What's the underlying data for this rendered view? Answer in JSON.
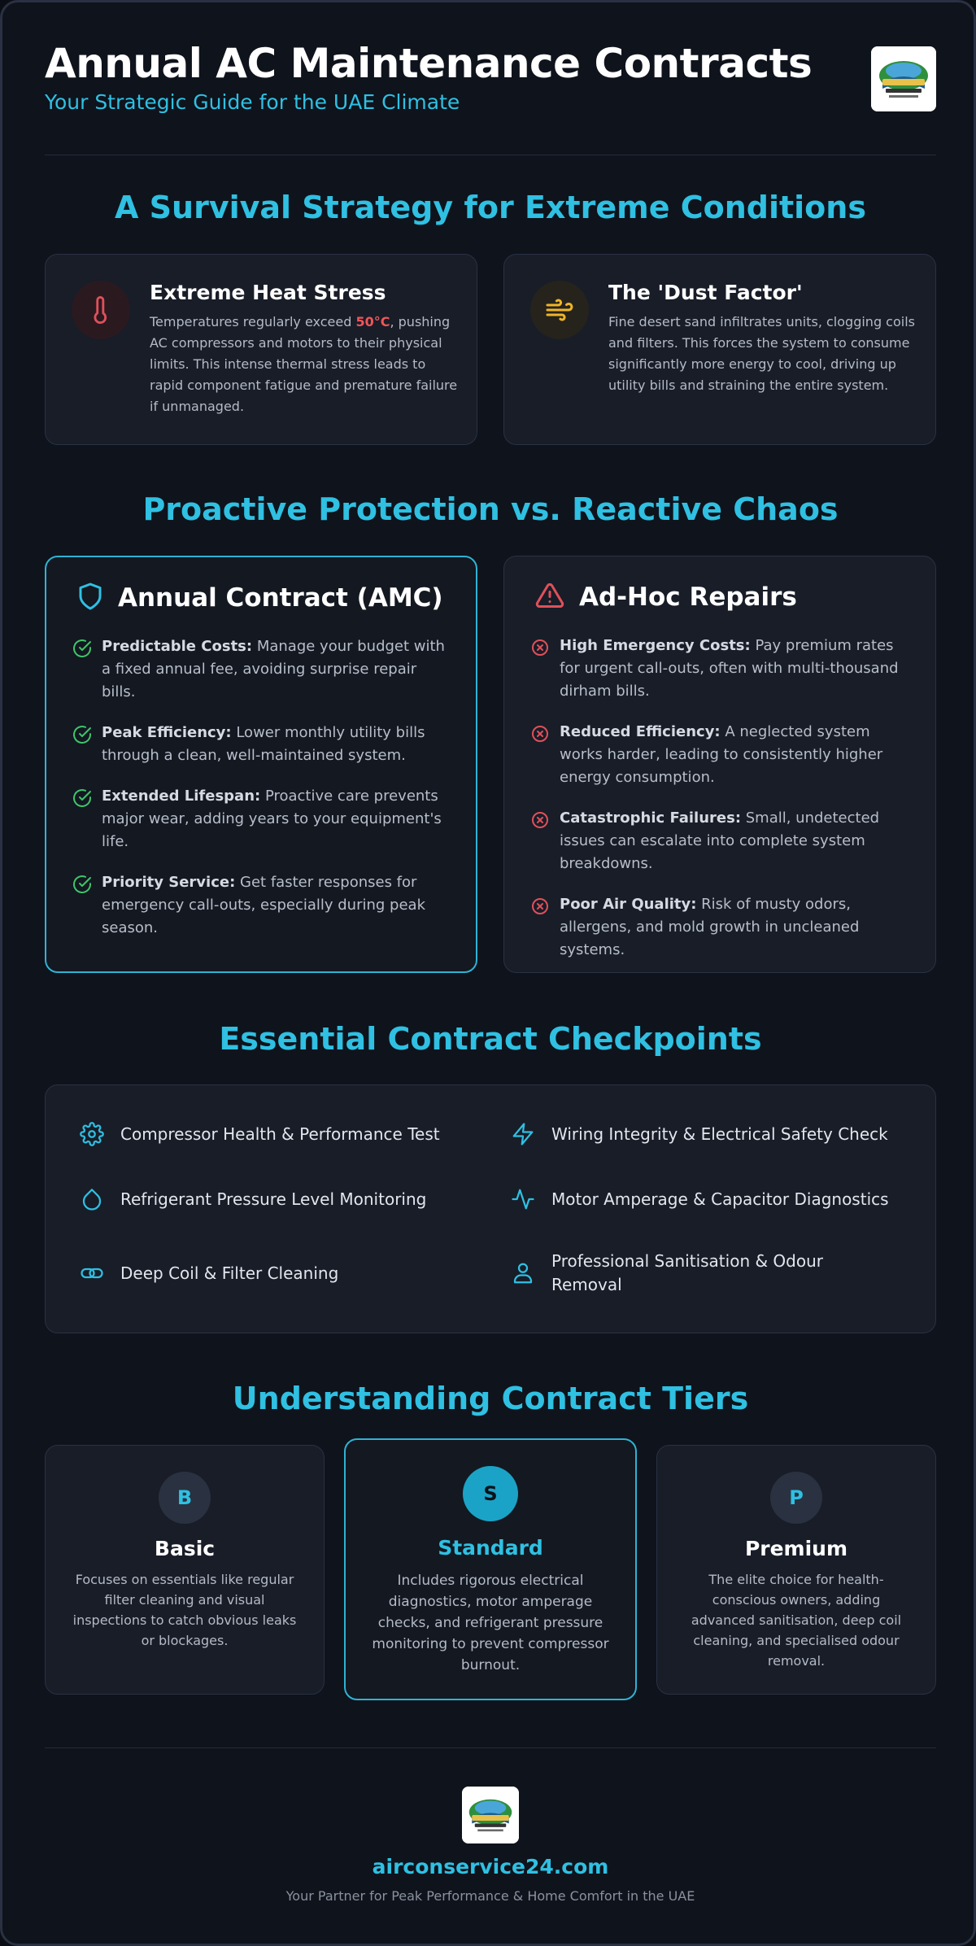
{
  "header": {
    "title": "Annual AC Maintenance Contracts",
    "subtitle": "Your Strategic Guide for the UAE Climate"
  },
  "conditions": {
    "section_title": "A Survival Strategy for Extreme Conditions",
    "heat": {
      "icon": "thermometer-icon",
      "title": "Extreme Heat Stress",
      "text_before": "Temperatures regularly exceed ",
      "highlight": "50°C",
      "text_after": ", pushing AC compressors and motors to their physical limits. This intense thermal stress leads to rapid component fatigue and premature failure if unmanaged."
    },
    "dust": {
      "icon": "wind-icon",
      "title": "The 'Dust Factor'",
      "text": "Fine desert sand infiltrates units, clogging coils and filters. This forces the system to consume significantly more energy to cool, driving up utility bills and straining the entire system."
    }
  },
  "comparison": {
    "section_title": "Proactive Protection vs. Reactive Chaos",
    "amc": {
      "icon": "shield-icon",
      "title": "Annual Contract (AMC)",
      "items": [
        {
          "label": "Predictable Costs:",
          "text": " Manage your budget with a fixed annual fee, avoiding surprise repair bills."
        },
        {
          "label": "Peak Efficiency:",
          "text": " Lower monthly utility bills through a clean, well-maintained system."
        },
        {
          "label": "Extended Lifespan:",
          "text": " Proactive care prevents major wear, adding years to your equipment's life."
        },
        {
          "label": "Priority Service:",
          "text": " Get faster responses for emergency call-outs, especially during peak season."
        }
      ]
    },
    "adhoc": {
      "icon": "warning-icon",
      "title": "Ad-Hoc Repairs",
      "items": [
        {
          "label": "High Emergency Costs:",
          "text": " Pay premium rates for urgent call-outs, often with multi-thousand dirham bills."
        },
        {
          "label": "Reduced Efficiency:",
          "text": " A neglected system works harder, leading to consistently higher energy consumption."
        },
        {
          "label": "Catastrophic Failures:",
          "text": " Small, undetected issues can escalate into complete system breakdowns."
        },
        {
          "label": "Poor Air Quality:",
          "text": " Risk of musty odors, allergens, and mold growth in uncleaned systems."
        }
      ]
    }
  },
  "checkpoints": {
    "section_title": "Essential Contract Checkpoints",
    "items": [
      {
        "icon": "gear-icon",
        "label": "Compressor Health & Performance Test"
      },
      {
        "icon": "lightning-icon",
        "label": "Wiring Integrity & Electrical Safety Check"
      },
      {
        "icon": "droplet-icon",
        "label": "Refrigerant Pressure Level Monitoring"
      },
      {
        "icon": "pulse-icon",
        "label": "Motor Amperage & Capacitor Diagnostics"
      },
      {
        "icon": "coil-icon",
        "label": "Deep Coil & Filter Cleaning"
      },
      {
        "icon": "person-icon",
        "label": "Professional Sanitisation & Odour Removal"
      }
    ]
  },
  "tiers": {
    "section_title": "Understanding Contract Tiers",
    "items": [
      {
        "badge": "B",
        "name": "Basic",
        "text": "Focuses on essentials like regular filter cleaning and visual inspections to catch obvious leaks or blockages."
      },
      {
        "badge": "S",
        "name": "Standard",
        "text": "Includes rigorous electrical diagnostics, motor amperage checks, and refrigerant pressure monitoring to prevent compressor burnout."
      },
      {
        "badge": "P",
        "name": "Premium",
        "text": "The elite choice for health-conscious owners, adding advanced sanitisation, deep coil cleaning, and specialised odour removal."
      }
    ]
  },
  "footer": {
    "site": "airconservice24.com",
    "tagline": "Your Partner for Peak Performance & Home Comfort in the UAE"
  },
  "colors": {
    "accent": "#2fc0e2",
    "positive": "#3fc46a",
    "negative": "#e0505a",
    "warning": "#f0b429",
    "background": "#0f131c",
    "card": "#181d28"
  }
}
